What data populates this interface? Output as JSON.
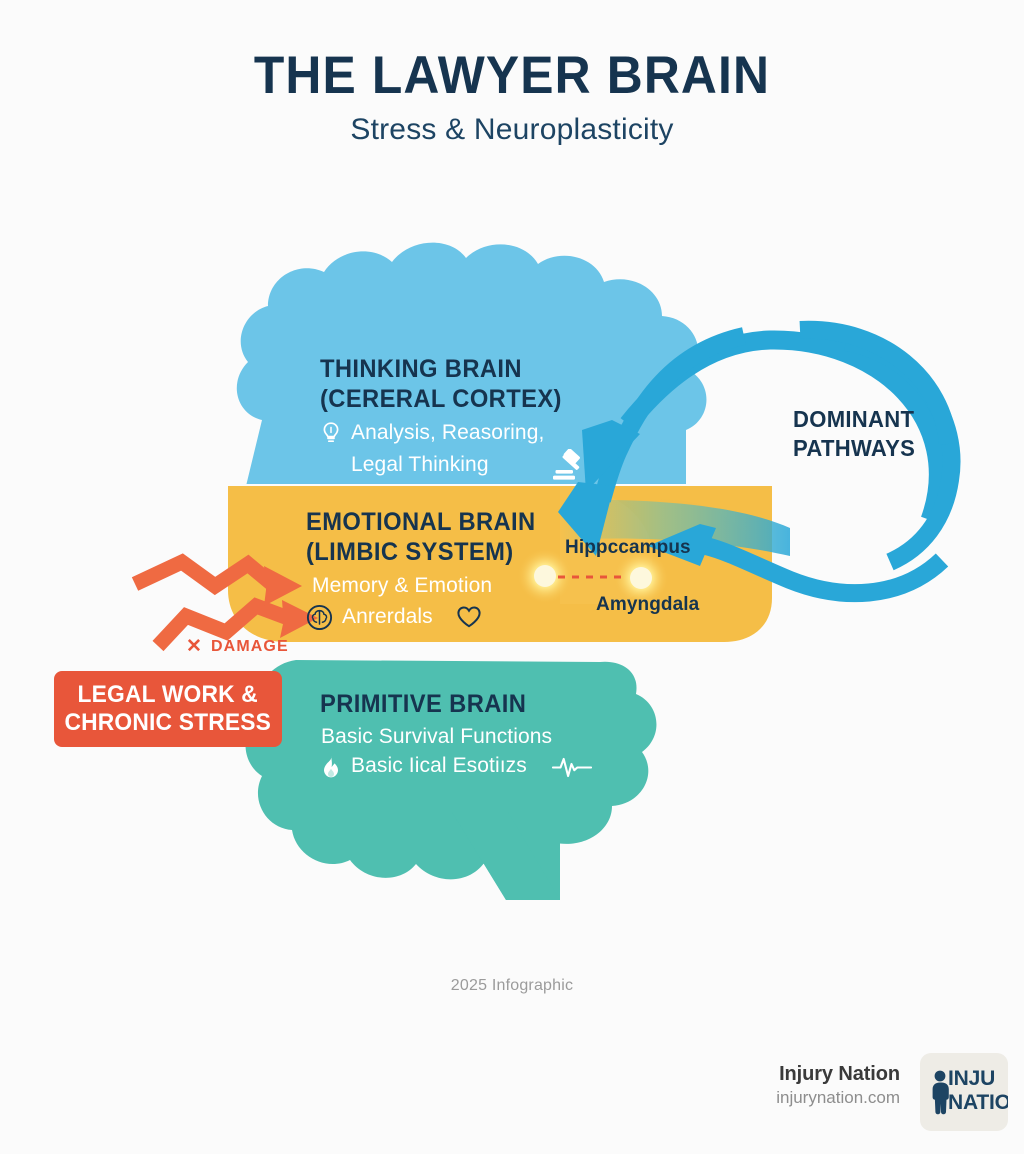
{
  "header": {
    "title": "THE LAWYER BRAIN",
    "subtitle": "Stress & Neuroplasticity"
  },
  "colors": {
    "background": "#fbfbfb",
    "navy": "#16344f",
    "thinking_blue": "#6cc5e8",
    "emotional_amber": "#f5be47",
    "primitive_teal": "#4fbfb0",
    "stress_orange": "#e8563a",
    "arrow_blue": "#29a7d8",
    "node_glow": "#fdf3c0",
    "footer_gray": "#9b9b9b"
  },
  "layers": {
    "thinking": {
      "heading_line1": "THINKING BRAIN",
      "heading_line2": "(CERERAL CORTEX)",
      "desc_line1": "Analysis, Reasoring,",
      "desc_line2": "Legal Thinking",
      "icon_left": "lightbulb-icon",
      "icon_right": "gavel-icon"
    },
    "emotional": {
      "heading_line1": "EMOTIONAL BRAIN",
      "heading_line2": "(LIMBIC SYSTEM)",
      "desc_line1": "Memory & Emotion",
      "desc_line2": "Anrerdals",
      "icon_left": "brain-icon",
      "icon_right": "heart-icon"
    },
    "primitive": {
      "heading_line1": "PRIMITIVE BRAIN",
      "desc_line1": "Basic Survival Functions",
      "desc_line2": "Basic Iical Esotiızs",
      "icon_left": "flame-icon",
      "icon_right": "pulse-icon"
    }
  },
  "regions": {
    "hippocampus": "Hippccampus",
    "amygdala": "Amyngdala"
  },
  "pathways": {
    "label_line1": "DOMINANT",
    "label_line2": "PATHWAYS"
  },
  "stress": {
    "box_text": "LEGAL WORK &\nCHRONIC STRESS",
    "damage_mark": "✕",
    "damage_label": "DAMAGE"
  },
  "footer": {
    "note": "2025 Infographic",
    "brand_name": "Injury Nation",
    "brand_url": "injurynation.com",
    "logo_text": "INJU\nNATIO"
  }
}
